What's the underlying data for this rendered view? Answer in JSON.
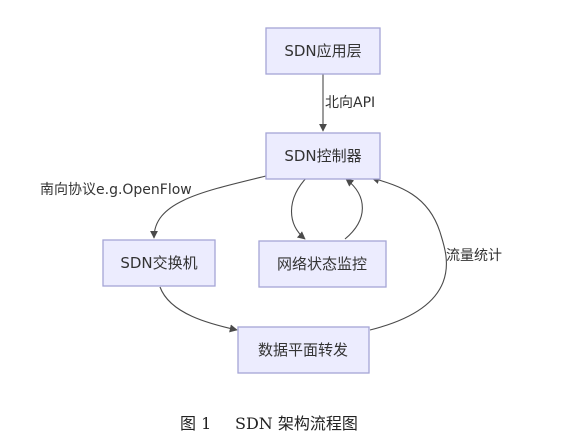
{
  "nodes": {
    "app_layer": "SDN应用层",
    "controller": "SDN控制器",
    "switch": "SDN交换机",
    "network_monitor": "网络状态监控",
    "data_plane": "数据平面转发"
  },
  "edges": {
    "northbound": "北向API",
    "southbound": "南向协议e.g.OpenFlow",
    "traffic_stats": "流量统计"
  },
  "caption": {
    "figure_number": "图 1",
    "title": "SDN 架构流程图"
  },
  "colors": {
    "node_fill": "#ececfe",
    "node_stroke": "#a5a5d6",
    "edge": "#4a4a4a",
    "text": "#333333"
  }
}
